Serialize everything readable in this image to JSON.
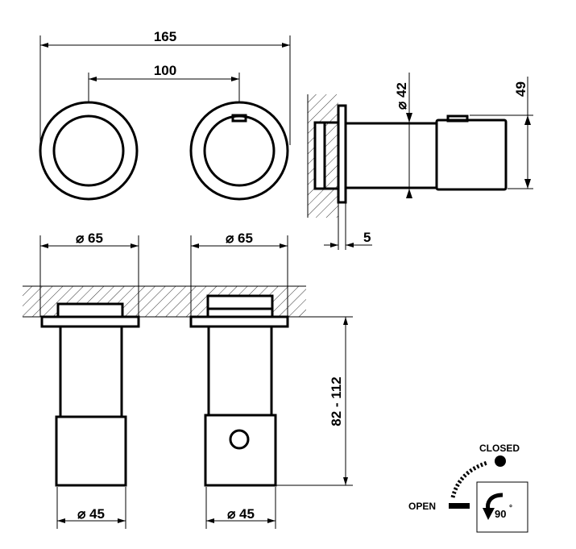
{
  "dimensions": {
    "overall_width": "165",
    "center_distance": "100",
    "diameter_top": "⌀ 42",
    "height_head": "49",
    "flange_thickness": "5",
    "flange_diameter_left": "⌀ 65",
    "flange_diameter_right": "⌀ 65",
    "body_diameter_left": "⌀ 45",
    "body_diameter_right": "⌀ 45",
    "depth_range": "82 - 112"
  },
  "legend": {
    "closed_label": "CLOSED",
    "open_label": "OPEN",
    "rotation_label": "90",
    "degree_symbol": "°"
  },
  "colors": {
    "line": "#000000",
    "background": "#ffffff"
  }
}
